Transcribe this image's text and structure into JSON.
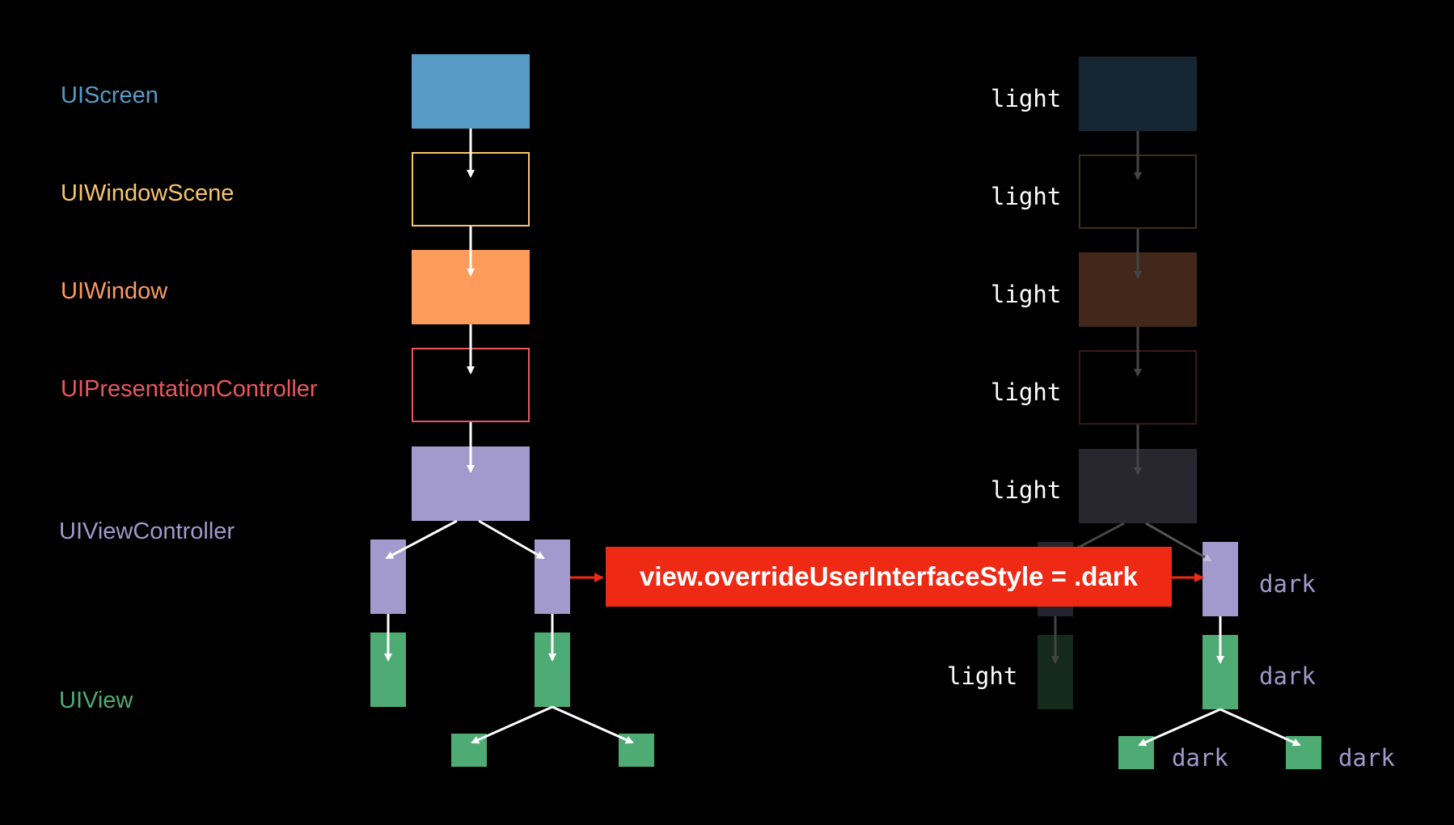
{
  "colors": {
    "background": "#000000",
    "screen": "#579bc6",
    "window_scene": "#f9c56a",
    "window": "#fd9b5d",
    "presentation_controller": "#e9585d",
    "view_controller": "#a299cc",
    "view": "#4fab74",
    "callout": "#ee2a14",
    "style_light": "#ffffff",
    "style_dark": "#a299cc"
  },
  "labels": {
    "screen": "UIScreen",
    "window_scene": "UIWindowScene",
    "window": "UIWindow",
    "presentation_controller": "UIPresentationController",
    "view_controller": "UIViewController",
    "view": "UIView"
  },
  "callout": {
    "text": "view.overrideUserInterfaceStyle = .dark"
  },
  "styles": {
    "screen": "light",
    "window_scene": "light",
    "window": "light",
    "presentation_controller": "light",
    "view_controller": "light",
    "left_view": "light",
    "right_child_vc": "dark",
    "right_view": "dark",
    "right_leaf_left": "dark",
    "right_leaf_right": "dark"
  }
}
